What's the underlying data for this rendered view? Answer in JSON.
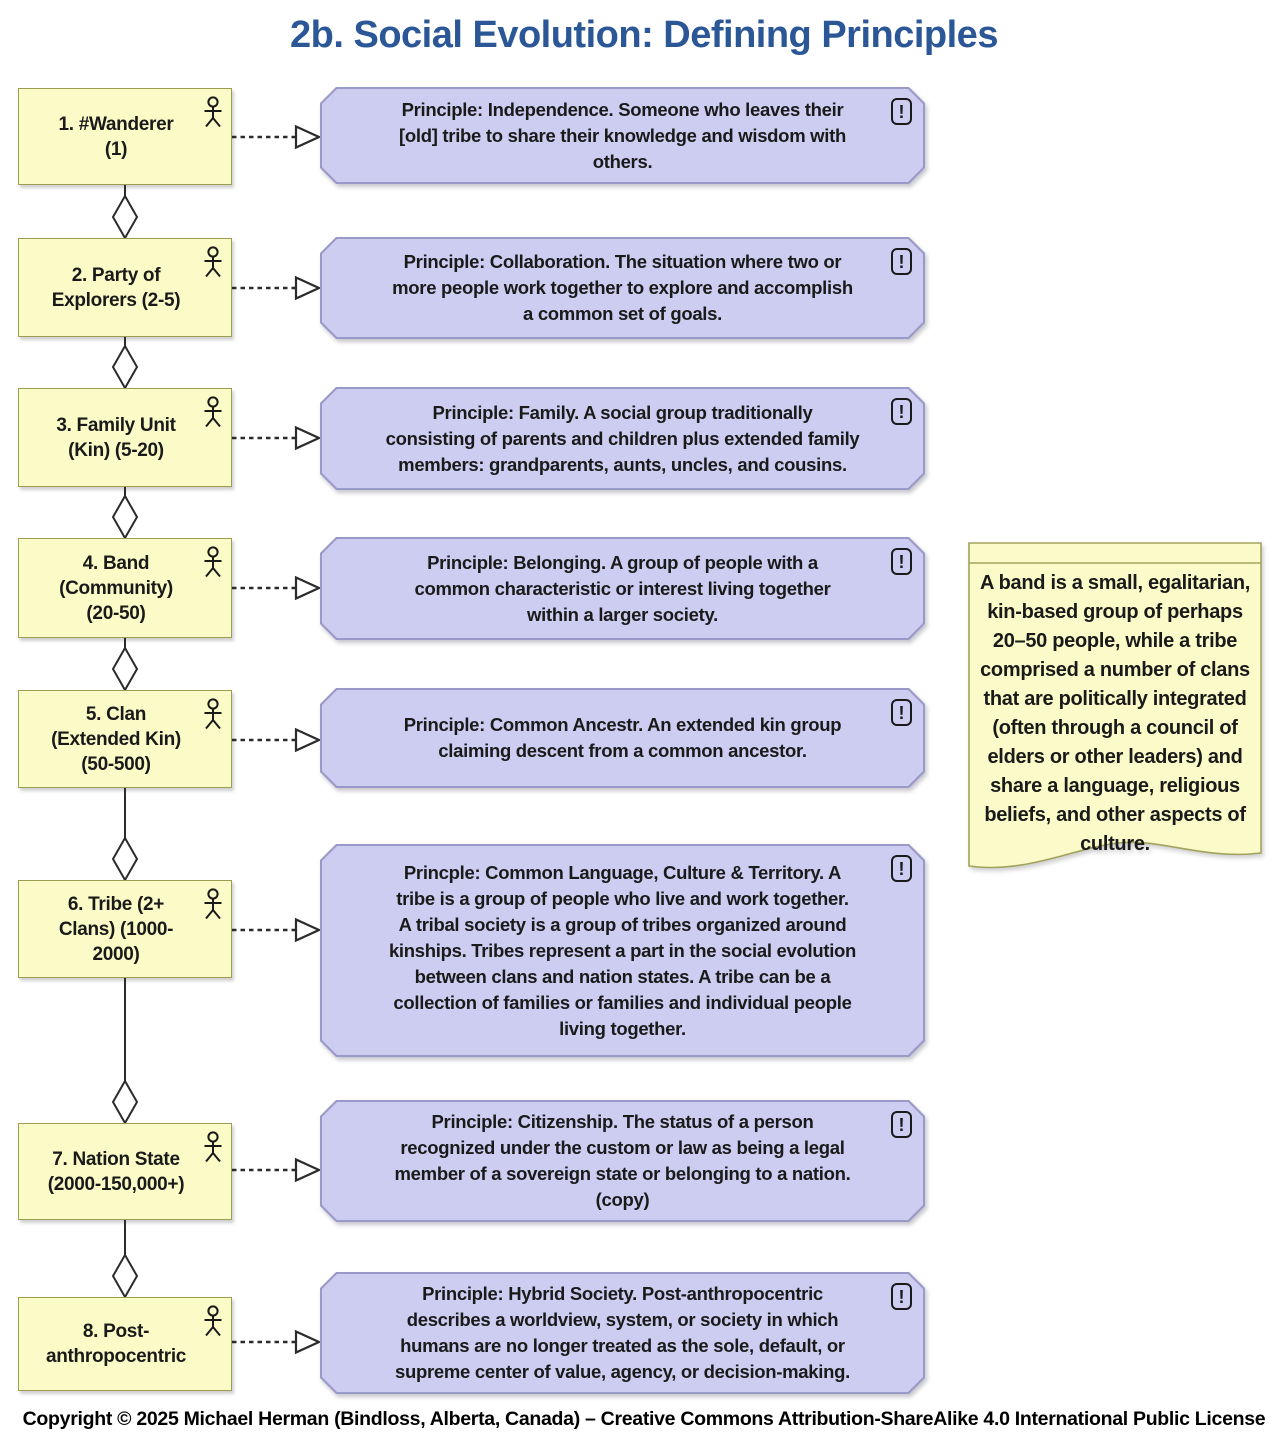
{
  "title": "2b. Social Evolution: Defining Principles",
  "stages": [
    {
      "label": "1. #Wanderer\n(1)"
    },
    {
      "label": "2. Party of\nExplorers (2-5)"
    },
    {
      "label": "3. Family Unit\n(Kin) (5-20)"
    },
    {
      "label": "4. Band\n(Community)\n(20-50)"
    },
    {
      "label": "5. Clan\n(Extended Kin)\n(50-500)"
    },
    {
      "label": "6. Tribe (2+\nClans) (1000-\n2000)"
    },
    {
      "label": "7. Nation State\n(2000-150,000+)"
    },
    {
      "label": "8. Post-\nanthropocentric"
    }
  ],
  "principles": [
    {
      "text": "Principle: Independence. Someone who leaves their\n[old] tribe to share their knowledge and wisdom with\nothers."
    },
    {
      "text": "Principle: Collaboration. The situation where two or\nmore people work together to explore and accomplish\na common set of goals."
    },
    {
      "text": "Principle: Family. A social group traditionally\nconsisting of parents and children plus extended family\nmembers: grandparents, aunts, uncles, and cousins."
    },
    {
      "text": "Principle: Belonging. A group of people with a\ncommon characteristic or interest living together\nwithin a larger society."
    },
    {
      "text": "Principle: Common Ancestr. An extended kin group\nclaiming descent from a common ancestor."
    },
    {
      "text": "Princple: Common Language, Culture & Territory. A\ntribe is a group of people who live and work together.\nA tribal society is a group of tribes organized around\nkinships. Tribes represent a part in the social evolution\nbetween clans and nation states. A tribe can be a\ncollection of families or families and individual people\nliving together."
    },
    {
      "text": "Principle: Citizenship.  The status of a person\nrecognized under the custom or law as being a legal\nmember of a sovereign state or belonging to a nation.\n(copy)"
    },
    {
      "text": "Principle: Hybrid Society. Post-anthropocentric\ndescribes a worldview, system, or society in which\nhumans are no longer treated as the sole, default, or\nsupreme center of value, agency, or decision-making."
    }
  ],
  "note": {
    "text": "A band is a small, egalitarian,\nkin-based group of perhaps\n20–50 people, while a tribe\ncomprised a number of clans\nthat are politically integrated\n(often through a council of\nelders or other leaders) and\nshare a language, religious\nbeliefs, and other aspects of\nculture."
  },
  "footer": "Copyright © 2025 Michael Herman (Bindloss, Alberta, Canada) – Creative Commons Attribution-ShareAlike 4.0 International Public License",
  "icons": {
    "stage_icon": "actor-icon",
    "principle_icon": "exclamation-icon",
    "exclamation_glyph": "!"
  },
  "colors": {
    "title_blue": "#2B5797",
    "actor_fill": "#FBFBC8",
    "actor_border": "#9C9C52",
    "principle_fill": "#CDCDF2",
    "principle_border": "#9A9AC8",
    "note_fill": "#FBFBC9",
    "line_color": "#2B2B2B"
  }
}
